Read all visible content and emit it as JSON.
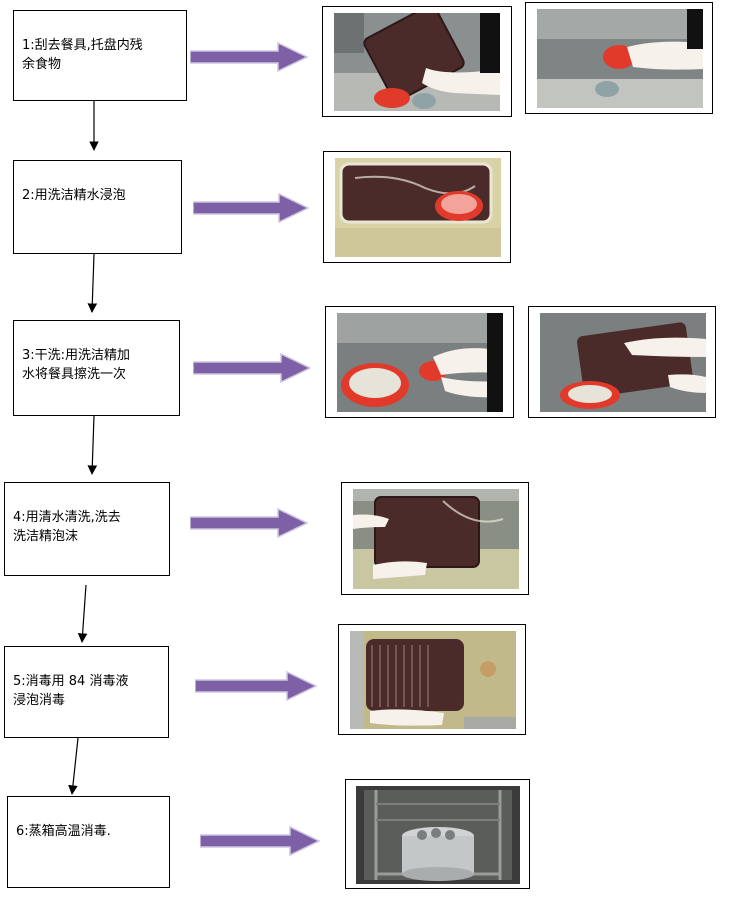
{
  "steps": [
    {
      "label": "1:刮去餐具,托盘内残\n余食物"
    },
    {
      "label": "2:用洗洁精水浸泡"
    },
    {
      "label": "3:干洗:用洗洁精加\n水将餐具擦洗一次"
    },
    {
      "label": "4:用清水清洗,洗去\n洗洁精泡沫"
    },
    {
      "label": "5:消毒用 84 消毒液\n浸泡消毒"
    },
    {
      "label": "6:蒸箱高温消毒."
    }
  ],
  "colors": {
    "arrow": "#7e60a6",
    "tray": "#4b2a2a",
    "basin": "#e23a2a",
    "steel": "#9aa0a3",
    "water": "#d9d2a6"
  }
}
